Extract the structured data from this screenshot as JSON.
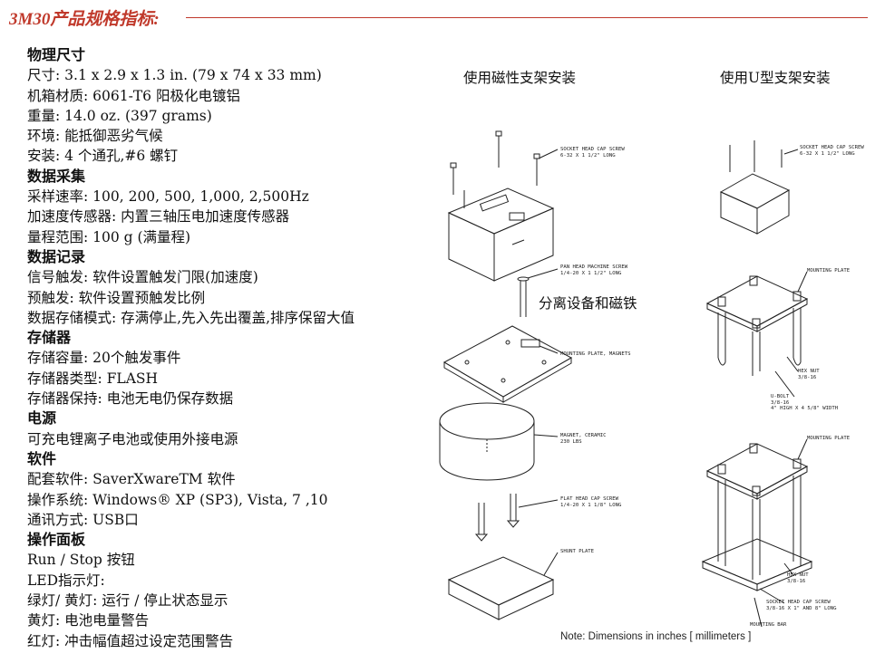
{
  "header": {
    "title": "3M30产品规格指标:"
  },
  "specs": {
    "lines": [
      {
        "text": "物理尺寸",
        "heading": true
      },
      {
        "text": "尺寸: 3.1 x 2.9 x 1.3 in. (79 x 74 x 33 mm)"
      },
      {
        "text": "机箱材质: 6061-T6 阳极化电镀铝"
      },
      {
        "text": "重量: 14.0 oz. (397 grams)"
      },
      {
        "text": "环境: 能抵御恶劣气候"
      },
      {
        "text": "安装: 4 个通孔,#6 螺钉"
      },
      {
        "text": "数据采集",
        "heading": true
      },
      {
        "text": "采样速率: 100, 200, 500, 1,000, 2,500Hz"
      },
      {
        "text": "加速度传感器: 内置三轴压电加速度传感器"
      },
      {
        "text": "量程范围: 100 g (满量程)"
      },
      {
        "text": "数据记录",
        "heading": true
      },
      {
        "text": "信号触发: 软件设置触发门限(加速度)"
      },
      {
        "text": "预触发: 软件设置预触发比例"
      },
      {
        "text": "数据存储模式: 存满停止,先入先出覆盖,排序保留大值"
      },
      {
        "text": "存储器",
        "heading": true
      },
      {
        "text": "存储容量: 20个触发事件"
      },
      {
        "text": "存储器类型: FLASH"
      },
      {
        "text": "存储器保持: 电池无电仍保存数据"
      },
      {
        "text": "电源",
        "heading": true
      },
      {
        "text": "可充电锂离子电池或使用外接电源"
      },
      {
        "text": "软件",
        "heading": true
      },
      {
        "text": "配套软件: SaverXwareTM 软件"
      },
      {
        "text": "操作系统: Windows® XP (SP3), Vista, 7 ,10"
      },
      {
        "text": "通讯方式: USB口"
      },
      {
        "text": "操作面板",
        "heading": true
      },
      {
        "text": "Run / Stop 按钮"
      },
      {
        "text": "LED指示灯:"
      },
      {
        "text": "绿灯/ 黄灯: 运行 / 停止状态显示"
      },
      {
        "text": "黄灯: 电池电量警告"
      },
      {
        "text": "红灯: 冲击幅值超过设定范围警告"
      }
    ]
  },
  "diagram": {
    "caption_magnetic": "使用磁性支架安装",
    "caption_ubolt": "使用U型支架安装",
    "caption_separate": "分离设备和磁铁",
    "labels": {
      "socket_screw": "SOCKET HEAD CAP SCREW\n6-32 X 1 1/2\" LONG",
      "pan_screw": "PAN HEAD MACHINE SCREW\n1/4-20 X 1 1/2\" LONG",
      "plate_magnets": "MOUNTING PLATE, MAGNETS",
      "magnet": "MAGNET, CERAMIC\n230 LBS",
      "flat_screw": "FLAT HEAD CAP SCREW\n1/4-20 X 1 1/8\" LONG",
      "shunt": "SHUNT PLATE",
      "socket_screw_r": "SOCKET HEAD CAP SCREW\n6-32 X 1 1/2\" LONG",
      "mounting_plate_1": "MOUNTING PLATE",
      "hex_nut_1": "HEX NUT\n3/8-16",
      "ubolt": "U-BOLT\n3/8-16\n4\" HIGH X 4 5/8\" WIDTH",
      "mounting_plate_2": "MOUNTING PLATE",
      "hex_nut_2": "HEX NUT\n3/8-16",
      "socket_screw_b": "SOCKET HEAD CAP SCREW\n3/8-16 X 1\" AND 8\" LONG",
      "mounting_bar": "MOUNTING BAR"
    },
    "note": "Note:  Dimensions in inches [ millimeters ]"
  }
}
